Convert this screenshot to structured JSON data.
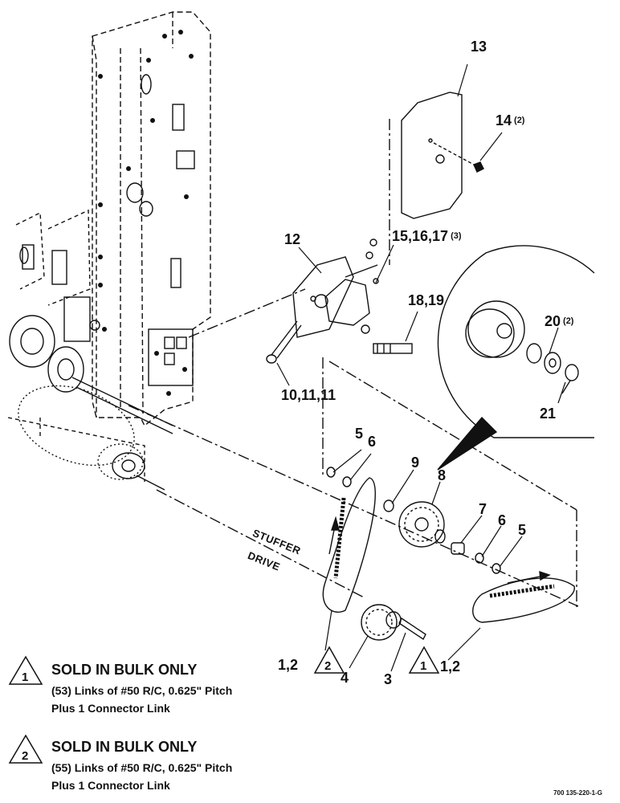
{
  "callouts": {
    "c13": "13",
    "c14": "14",
    "c14_qty": "(2)",
    "c12": "12",
    "c15": "15,16,17",
    "c15_qty": "(3)",
    "c18": "18,19",
    "c10": "10,11,11",
    "c20": "20",
    "c20_qty": "(2)",
    "c21": "21",
    "c5a": "5",
    "c6a": "6",
    "c9": "9",
    "c8": "8",
    "c7": "7",
    "c6b": "6",
    "c5b": "5",
    "c12b": "1,2",
    "c4": "4",
    "c3": "3",
    "c12c": "1,2"
  },
  "drive_label_1": "STUFFER",
  "drive_label_2": "DRIVE",
  "notes": [
    {
      "num": "1",
      "heading": "SOLD IN BULK ONLY",
      "line1": "(53) Links of #50 R/C, 0.625\" Pitch",
      "line2": "Plus 1 Connector Link"
    },
    {
      "num": "2",
      "heading": "SOLD IN BULK ONLY",
      "line1": "(55) Links of #50 R/C, 0.625\" Pitch",
      "line2": "Plus 1 Connector Link"
    }
  ],
  "tri_labels": {
    "t2": "2",
    "t1": "1"
  },
  "figure_ref": "700 135-220-1-G"
}
